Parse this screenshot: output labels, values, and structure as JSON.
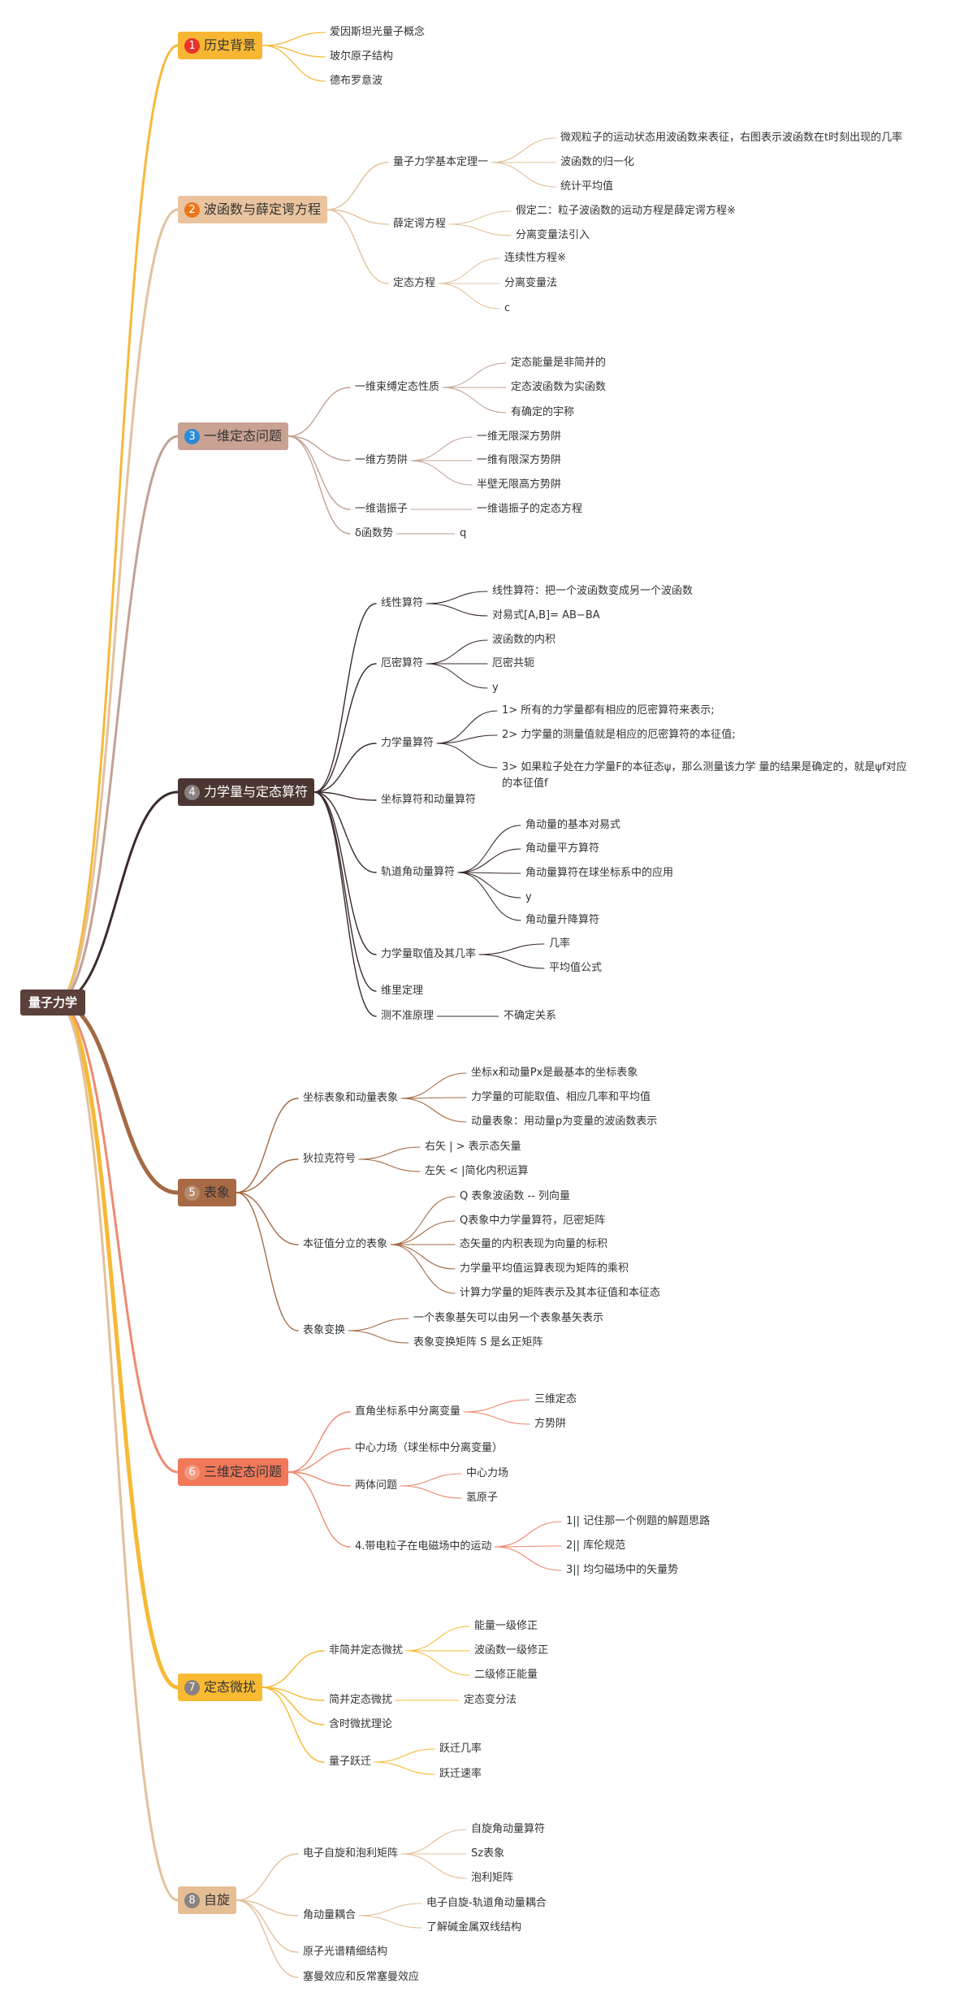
{
  "root": {
    "label": "量子力学"
  },
  "topics": [
    {
      "num": "1",
      "label": "历史背景",
      "bg": "#f7b733",
      "numbg": "#e8322c",
      "line": "#f5b93a",
      "leaves": [
        "爱因斯坦光量子概念",
        "玻尔原子结构",
        "德布罗意波"
      ]
    },
    {
      "num": "2",
      "label": "波函数与薛定谔方程",
      "bg": "#e9c49e",
      "numbg": "#e8771e",
      "line": "#e2c29c",
      "subs": [
        {
          "label": "量子力学基本定理一",
          "leaves": [
            "微观粒子的运动状态用波函数来表征，右图表示波函数在t时刻出现的几率",
            "波函数的归一化",
            "统计平均值"
          ]
        },
        {
          "label": "薛定谔方程",
          "leaves": [
            "假定二：粒子波函数的运动方程是薛定谔方程※",
            "分离变量法引入"
          ]
        },
        {
          "label": "定态方程",
          "leaves": [
            "连续性方程※",
            "分离变量法",
            "c"
          ]
        }
      ]
    },
    {
      "num": "3",
      "label": "一维定态问题",
      "bg": "#c9a293",
      "numbg": "#2a8bd5",
      "line": "#c2a294",
      "subs": [
        {
          "label": "一维束缚定态性质",
          "leaves": [
            "定态能量是非简并的",
            "定态波函数为实函数",
            "有确定的宇称"
          ]
        },
        {
          "label": "一维方势阱",
          "leaves": [
            "一维无限深方势阱",
            "一维有限深方势阱",
            "半壁无限高方势阱"
          ]
        },
        {
          "label": "一维谐振子",
          "leaves": [
            "一维谐振子的定态方程"
          ]
        },
        {
          "label": "δ函数势",
          "leaves": [
            "q"
          ]
        }
      ]
    },
    {
      "num": "4",
      "label": "力学量与定态算符",
      "bg": "#4c3632",
      "numbg": "#8a8280",
      "line": "#3b2b29",
      "dark": true,
      "subs": [
        {
          "label": "线性算符",
          "leaves": [
            "线性算符：把一个波函数变成另一个波函数",
            "对易式[A,B]= AB−BA"
          ]
        },
        {
          "label": "厄密算符",
          "leaves": [
            "波函数的内积",
            "厄密共轭",
            "y"
          ]
        },
        {
          "label": "力学量算符",
          "leaves": [
            "1> 所有的力学量都有相应的厄密算符来表示;",
            "2> 力学量的测量值就是相应的厄密算符的本征值;",
            "3> 如果粒子处在力学量F的本征态ψ，那么测量该力学 量的结果是确定的，就是ψf对应的本征值f"
          ]
        },
        {
          "label": "坐标算符和动量算符",
          "leaves": []
        },
        {
          "label": "轨道角动量算符",
          "leaves": [
            "角动量的基本对易式",
            "角动量平方算符",
            "角动量算符在球坐标系中的应用",
            "y",
            "角动量升降算符"
          ]
        },
        {
          "label": "力学量取值及其几率",
          "leaves": [
            "几率",
            "平均值公式"
          ]
        },
        {
          "label": "维里定理",
          "leaves": []
        },
        {
          "label": "测不准原理",
          "leaves": [
            "不确定关系"
          ]
        }
      ]
    },
    {
      "num": "5",
      "label": "表象",
      "bg": "#a86a45",
      "numbg": "#b88a6c",
      "line": "#a46a44",
      "subs": [
        {
          "label": "坐标表象和动量表象",
          "leaves": [
            "坐标x和动量Px是最基本的坐标表象",
            "力学量的可能取值、相应几率和平均值",
            "动量表象：用动量p为变量的波函数表示"
          ]
        },
        {
          "label": "狄拉克符号",
          "leaves": [
            "右矢 | > 表示态矢量",
            "左矢 < |简化内积运算"
          ]
        },
        {
          "label": "本征值分立的表象",
          "leaves": [
            "Q 表象波函数 -- 列向量",
            "Q表象中力学量算符，厄密矩阵",
            "态矢量的内积表现为向量的标积",
            "力学量平均值运算表现为矩阵的乘积",
            "计算力学量的矩阵表示及其本征值和本征态"
          ]
        },
        {
          "label": "表象变换",
          "leaves": [
            "一个表象基矢可以由另一个表象基矢表示",
            "表象变换矩阵 S 是幺正矩阵"
          ]
        }
      ]
    },
    {
      "num": "6",
      "label": "三维定态问题",
      "bg": "#f2785a",
      "numbg": "#f39a80",
      "line": "#ee8a70",
      "subs": [
        {
          "label": "直角坐标系中分离变量",
          "leaves": [
            "三维定态",
            "方势阱"
          ]
        },
        {
          "label": "中心力场（球坐标中分离变量）",
          "leaves": []
        },
        {
          "label": "两体问题",
          "leaves": [
            "中心力场",
            "氢原子"
          ]
        },
        {
          "label": "4.带电粒子在电磁场中的运动",
          "leaves": [
            "1|| 记住那一个例题的解题思路",
            "2|| 库伦规范",
            "3|| 均匀磁场中的矢量势"
          ]
        }
      ]
    },
    {
      "num": "7",
      "label": "定态微扰",
      "bg": "#f8b933",
      "numbg": "#8a8280",
      "line": "#f6b935",
      "subs": [
        {
          "label": "非简并定态微扰",
          "leaves": [
            "能量一级修正",
            "波函数一级修正",
            "二级修正能量"
          ]
        },
        {
          "label": "简并定态微扰",
          "leaves": [
            "定态变分法"
          ]
        },
        {
          "label": "含时微扰理论",
          "leaves": []
        },
        {
          "label": "量子跃迁",
          "leaves": [
            "跃迁几率",
            "跃迁速率"
          ]
        }
      ]
    },
    {
      "num": "8",
      "label": "自旋",
      "bg": "#e6be96",
      "numbg": "#8a8280",
      "line": "#e3c09a",
      "subs": [
        {
          "label": "电子自旋和泡利矩阵",
          "leaves": [
            "自旋角动量算符",
            "Sz表象",
            "泡利矩阵"
          ]
        },
        {
          "label": "角动量耦合",
          "leaves": [
            "电子自旋-轨道角动量耦合",
            "了解碱金属双线结构"
          ]
        },
        {
          "label": "原子光谱精细结构",
          "leaves": []
        },
        {
          "label": "塞曼效应和反常塞曼效应",
          "leaves": []
        }
      ]
    }
  ]
}
